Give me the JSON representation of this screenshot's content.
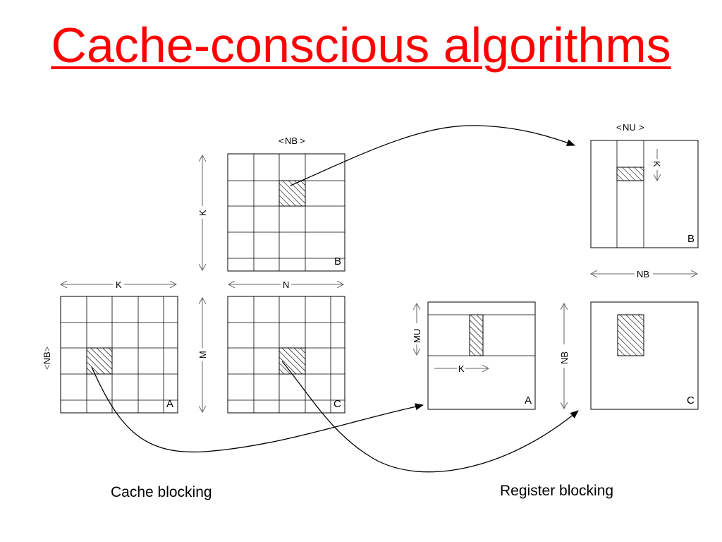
{
  "title": "Cache-conscious algorithms",
  "captions": {
    "left": "Cache blocking",
    "right": "Register blocking"
  },
  "cache_blocking": {
    "matrix_b": {
      "name": "B",
      "width_label": "NB",
      "height_label": "K"
    },
    "matrix_a": {
      "name": "A",
      "width_label": "K",
      "height_label": "NB"
    },
    "matrix_c": {
      "name": "C",
      "width_label": "N",
      "height_label": "M"
    }
  },
  "register_blocking": {
    "matrix_b": {
      "name": "B",
      "width_label": "NU",
      "height_label": "K"
    },
    "matrix_a": {
      "name": "A",
      "width_label": "K",
      "height_label": "MU"
    },
    "matrix_c": {
      "name": "C",
      "width_label": "NB",
      "height_label": "NB"
    }
  },
  "colors": {
    "title": "#ff0000",
    "lines": "#000000",
    "arrows_thin": "#888888"
  }
}
